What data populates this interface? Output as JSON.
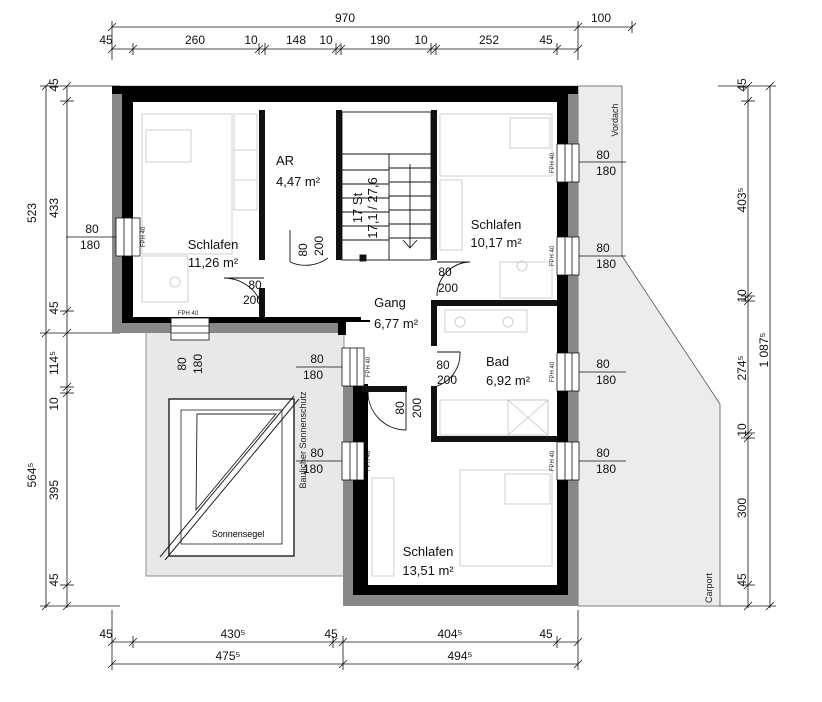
{
  "dims": {
    "top_total": "970",
    "top_extra": "100",
    "top_parts": [
      "45",
      "260",
      "10",
      "148",
      "10",
      "190",
      "10",
      "252",
      "45"
    ],
    "bottom_parts": [
      "45",
      "430⁵",
      "45",
      "404⁵",
      "45"
    ],
    "bottom_totals": [
      "475⁵",
      "494⁵"
    ],
    "left_outer": [
      "523",
      "564⁵"
    ],
    "left_inner": [
      "45",
      "433",
      "45",
      "114⁵",
      "10",
      "395",
      "45"
    ],
    "right_parts": [
      "45",
      "403⁵",
      "10",
      "274⁵",
      "10",
      "300",
      "45"
    ],
    "right_total": "1 087⁵"
  },
  "rooms": [
    {
      "name": "Schlafen",
      "area": "11,26 m²"
    },
    {
      "name": "AR",
      "area": "4,47 m²"
    },
    {
      "name": "Schlafen",
      "area": "10,17 m²"
    },
    {
      "name": "Gang",
      "area": "6,77 m²"
    },
    {
      "name": "Bad",
      "area": "6,92 m²"
    },
    {
      "name": "Schlafen",
      "area": "13,51 m²"
    }
  ],
  "stairs": {
    "label1": "17 St",
    "label2": "17,1 / 27,6"
  },
  "windows": [
    {
      "w": "80",
      "h": "180",
      "tag": "FPH 40"
    },
    {
      "w": "80",
      "h": "180",
      "tag": "FPH 40"
    },
    {
      "w": "80",
      "h": "180",
      "tag": "FPH 40"
    },
    {
      "w": "80",
      "h": "180",
      "tag": "FPH 40"
    },
    {
      "w": "80",
      "h": "180",
      "tag": "FPH 40"
    },
    {
      "w": "80",
      "h": "180",
      "tag": "FPH 40"
    },
    {
      "w": "80",
      "h": "180",
      "tag": "FPH 40"
    },
    {
      "w": "80",
      "h": "180",
      "tag": "FPH 40"
    }
  ],
  "doors": [
    {
      "w": "80",
      "h": "200"
    },
    {
      "w": "80",
      "h": "200"
    },
    {
      "w": "80",
      "h": "200"
    },
    {
      "w": "80",
      "h": "200"
    },
    {
      "w": "80",
      "h": "200"
    }
  ],
  "labels": {
    "vordach": "Vordach",
    "carport": "Carport",
    "sonnenschutz": "Baulicher Sonnenschutz",
    "sonnensegel": "Sonnensegel"
  }
}
